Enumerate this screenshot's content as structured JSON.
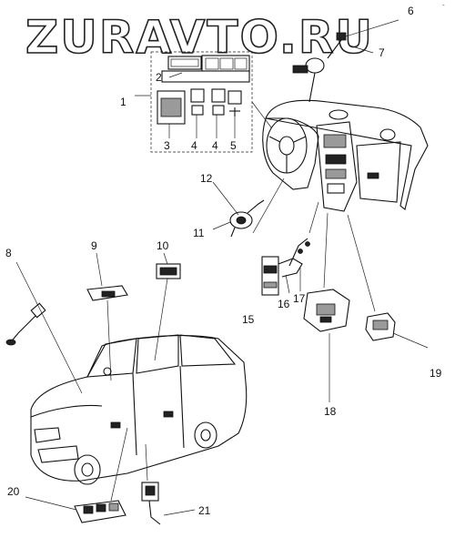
{
  "watermark": "ZURAVTO.RU",
  "corner_mark": "-",
  "callouts": {
    "c1": "1",
    "c2": "2",
    "c3": "3",
    "c4a": "4",
    "c4b": "4",
    "c5": "5",
    "c6": "6",
    "c7": "7",
    "c8": "8",
    "c9": "9",
    "c10": "10",
    "c11": "11",
    "c12": "12",
    "c15": "15",
    "c16": "16",
    "c17": "17",
    "c18": "18",
    "c19": "19",
    "c20": "20",
    "c21": "21"
  }
}
